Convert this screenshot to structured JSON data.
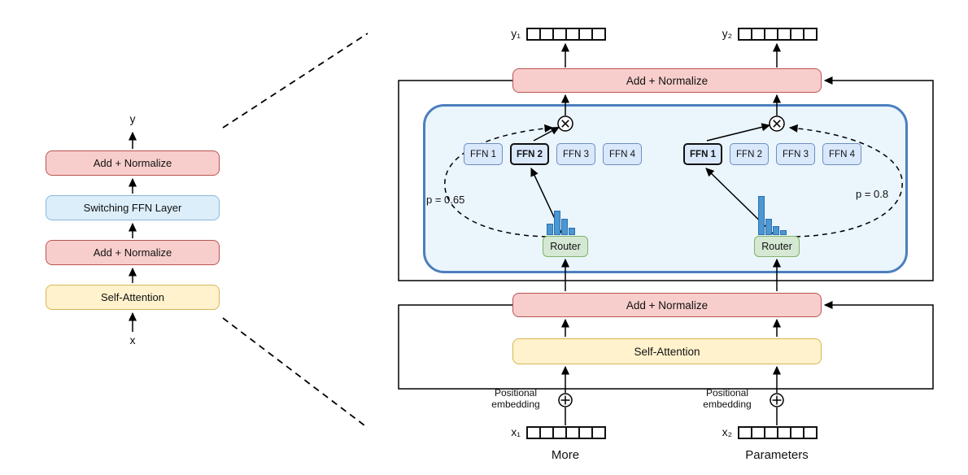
{
  "figure": {
    "overview": {
      "output_label": "y",
      "input_label": "x",
      "layers": [
        "Add + Normalize",
        "Switching FFN Layer",
        "Add + Normalize",
        "Self-Attention"
      ]
    },
    "detail": {
      "outputs": {
        "left": "y₁",
        "right": "y₂"
      },
      "inputs": {
        "left": "x₁",
        "right": "x₂"
      },
      "token_cells": 6,
      "add_normalize_top": "Add + Normalize",
      "add_normalize_mid": "Add + Normalize",
      "self_attention": "Self-Attention",
      "router_label": "Router",
      "gate_left": "p = 0.65",
      "gate_right": "p = 0.8",
      "positional_embedding": "Positional\nembedding",
      "caption_left": "More",
      "caption_right": "Parameters",
      "experts_left": {
        "labels": [
          "FFN 1",
          "FFN 2",
          "FFN 3",
          "FFN 4"
        ],
        "selected": "FFN 2"
      },
      "experts_right": {
        "labels": [
          "FFN 1",
          "FFN 2",
          "FFN 3",
          "FFN 4"
        ],
        "selected": "FFN 1"
      },
      "router_left_histogram": [
        0.29,
        0.62,
        0.42,
        0.19
      ],
      "router_right_histogram": [
        1.0,
        0.42,
        0.23,
        0.12
      ]
    }
  },
  "colors": {
    "addnorm_fill": "#F8CECC",
    "addnorm_border": "#B85450",
    "attn_fill": "#FFF2CC",
    "attn_border": "#D6B656",
    "switch_fill": "#DCEEF9",
    "switch_border": "#8BB8D9",
    "ffn_fill": "#DAE8FC",
    "ffn_border": "#6C8EBF",
    "router_fill": "#D5E8D4",
    "router_border": "#82B366",
    "container_fill": "#EAF5FC",
    "container_border": "#4C7FBE",
    "hist_fill": "#4A97D2",
    "hist_border": "#2C6FAE",
    "line": "#000000"
  }
}
